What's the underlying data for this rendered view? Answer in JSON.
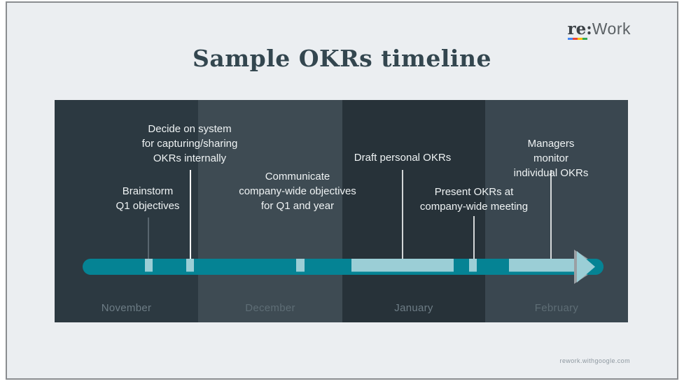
{
  "logo": {
    "prefix": "re:",
    "suffix": "Work",
    "underline_colors": [
      "#4285f4",
      "#ea4335",
      "#fbbc04",
      "#34a853"
    ]
  },
  "title": "Sample OKRs timeline",
  "months": [
    {
      "label": "November"
    },
    {
      "label": "December"
    },
    {
      "label": "January"
    },
    {
      "label": "February"
    }
  ],
  "milestones": [
    {
      "text": "Brainstorm\nQ1 objectives",
      "month": "November"
    },
    {
      "text": "Decide on system\nfor capturing/sharing\nOKRs internally",
      "month": "November"
    },
    {
      "text": "Communicate\ncompany-wide objectives\nfor Q1 and year",
      "month": "December"
    },
    {
      "text": "Draft personal OKRs",
      "month": "January"
    },
    {
      "text": "Present OKRs at\ncompany-wide meeting",
      "month": "January"
    },
    {
      "text": "Managers monitor\nindividual OKRs",
      "month": "February"
    }
  ],
  "footer": "rework.withgoogle.com",
  "colors": {
    "slide_background": "#ebeef1",
    "slide_border": "#8a8d90",
    "title_text": "#33464f",
    "column_november": "#2c3941",
    "column_december": "#3e4b53",
    "column_january": "#273239",
    "column_february": "#3a4750",
    "timeline_teal": "#058394",
    "timeline_light_teal": "#9bced6",
    "arrow_gray": "#9aa0a4",
    "milestone_text": "#eff3f4",
    "month_label": "#6d7c85",
    "connector_white": "#ffffff",
    "connector_gray": "#75838b"
  }
}
